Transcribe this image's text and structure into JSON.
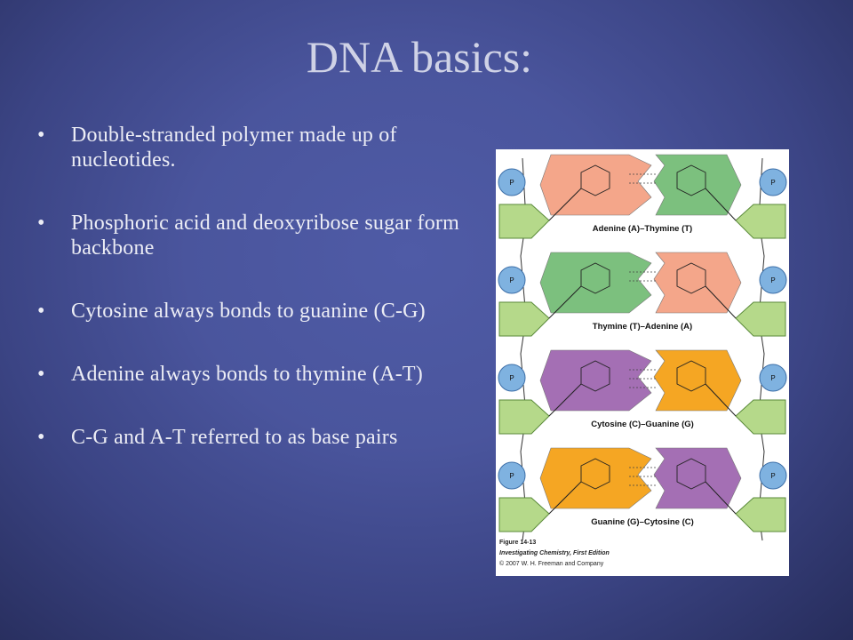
{
  "slide": {
    "title": "DNA basics:",
    "bullet_symbol": "•",
    "bullets": [
      "Double-stranded polymer made up of nucleotides.",
      "Phosphoric acid and deoxyribose sugar form backbone",
      "Cytosine always bonds to guanine (C-G)",
      "Adenine always bonds to thymine (A-T)",
      "C-G and A-T referred to as base pairs"
    ]
  },
  "figure": {
    "pair_labels": [
      "Adenine (A)–Thymine (T)",
      "Thymine (T)–Adenine (A)",
      "Cytosine (C)–Guanine (G)",
      "Guanine (G)–Cytosine (C)"
    ],
    "phosphate_label": "P",
    "caption": {
      "line1": "Figure 14-13",
      "line2": "Investigating Chemistry, First Edition",
      "line3": "© 2007 W. H. Freeman and Company"
    },
    "colors": {
      "adenine": "#f4a68a",
      "thymine": "#7cc07e",
      "cytosine": "#a46fb4",
      "guanine": "#f5a623",
      "sugar": "#b5d98a",
      "phosphate": "#7fb2e0"
    }
  }
}
